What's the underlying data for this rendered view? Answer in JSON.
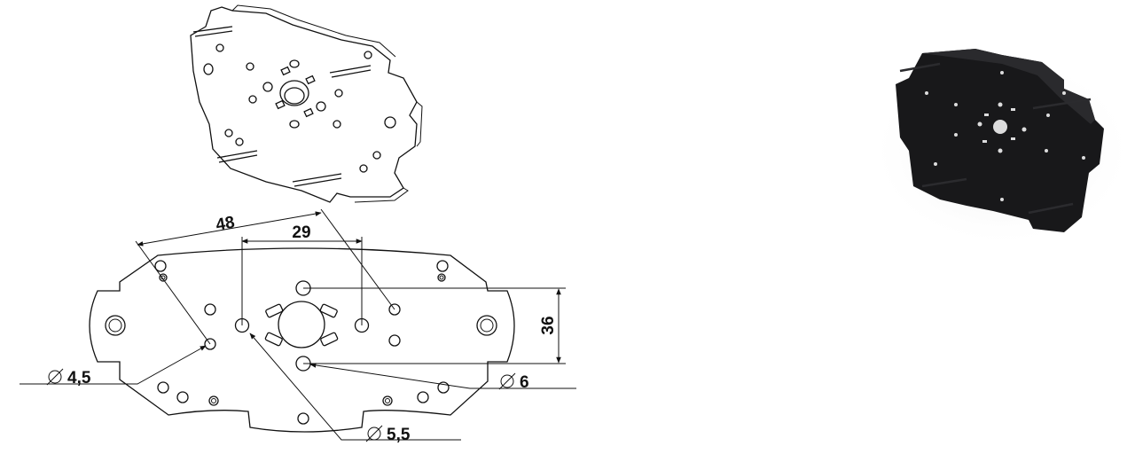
{
  "dimensions": {
    "spacing_diagonal": "48",
    "spacing_horizontal": "29",
    "spacing_vertical": "36",
    "hole_small": "4,5",
    "hole_large": "6",
    "hole_medium": "5,5"
  },
  "colors": {
    "line": "#111111",
    "product": "#1e1e20"
  }
}
